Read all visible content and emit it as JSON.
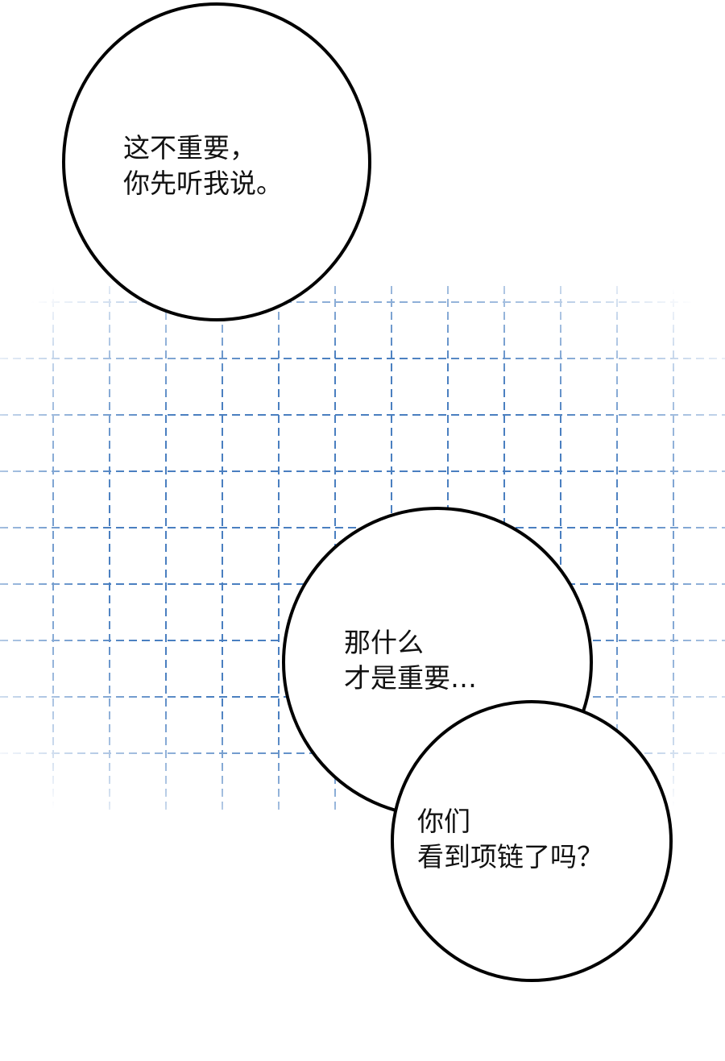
{
  "bubbles": [
    {
      "lines": [
        "这不重要，",
        "你先听我说。"
      ]
    },
    {
      "lines": [
        "那什么",
        "才是重要…"
      ]
    },
    {
      "lines": [
        "你们",
        "看到项链了吗？"
      ]
    }
  ],
  "colors": {
    "grid": "#4a7fc0",
    "outline": "#000000"
  }
}
